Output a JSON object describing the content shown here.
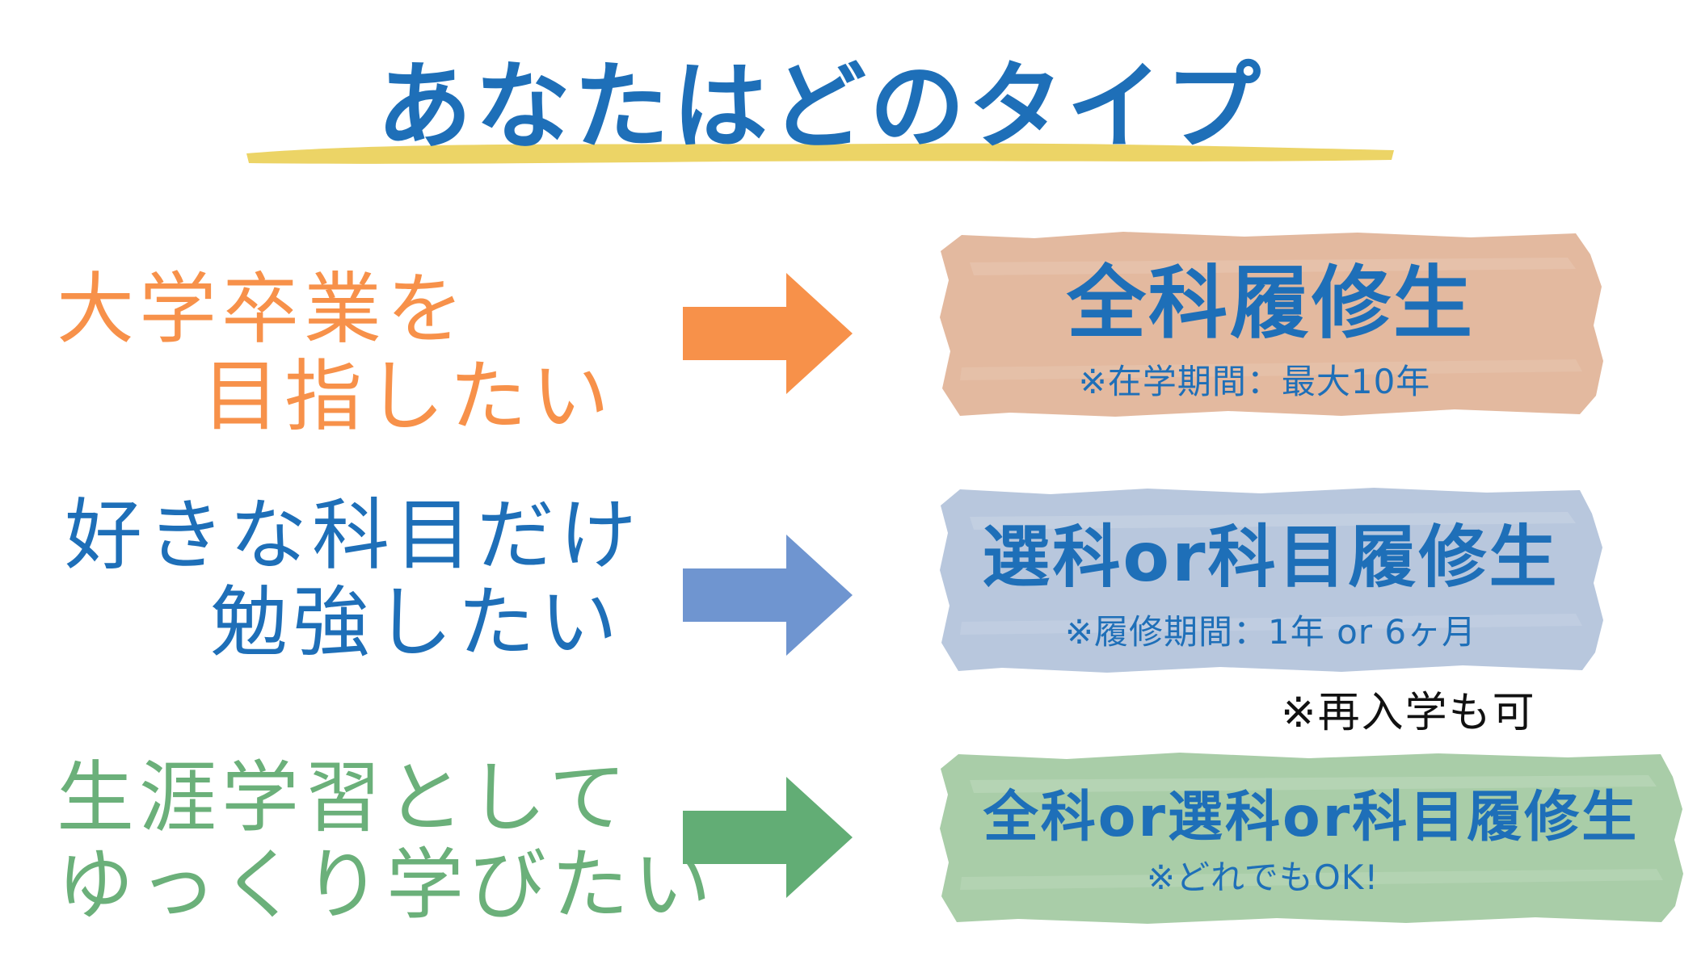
{
  "title": "あなたはどのタイプ",
  "colors": {
    "title": "#1e6fb8",
    "underline": "#ecd466",
    "orange": "#f7914a",
    "blue": "#1e6fb8",
    "blue_arrow": "#6f95d0",
    "green": "#6bb07a",
    "green_arrow": "#62ad75",
    "tape_orange": "#e3b99f",
    "tape_blue": "#b8c7dd",
    "tape_green": "#a9cda8"
  },
  "rows": [
    {
      "label_lines": [
        "大学卒業を",
        "目指したい"
      ],
      "course": "全科履修生",
      "note": "※在学期間：最大10年"
    },
    {
      "label_lines": [
        "好きな科目だけ",
        "勉強したい"
      ],
      "course": "選科or科目履修生",
      "note": "※履修期間：1年 or 6ヶ月"
    },
    {
      "label_lines": [
        "生涯学習として",
        "ゆっくり学びたい"
      ],
      "course": "全科or選科or科目履修生",
      "note": "※どれでもOK!"
    }
  ],
  "extra_note": "※再入学も可"
}
